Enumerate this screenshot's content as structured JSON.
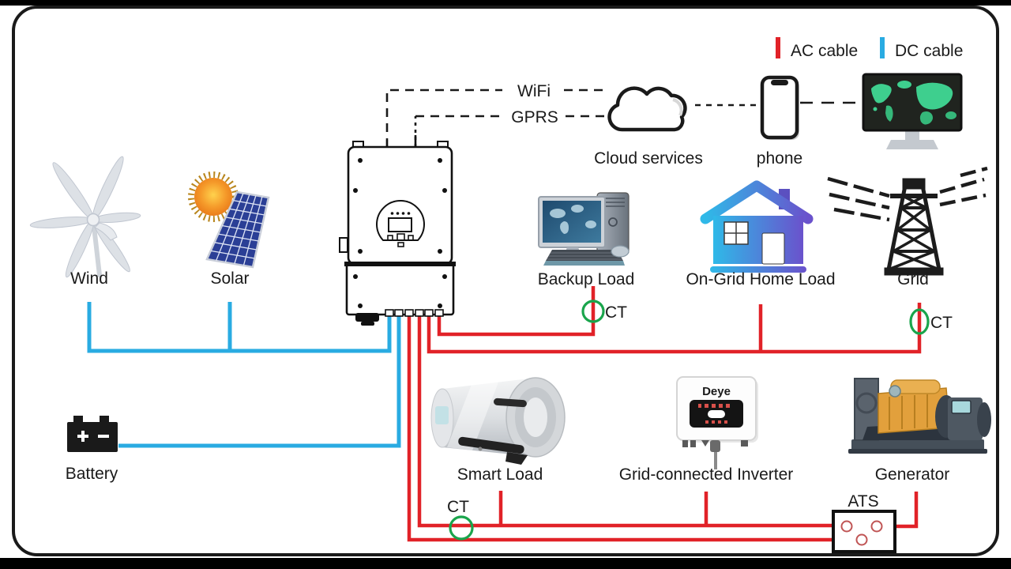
{
  "colors": {
    "ac_cable": "#e12228",
    "dc_cable": "#29abe2",
    "ct_ring": "#1aa54c",
    "house_gradient_start": "#2fb9e8",
    "house_gradient_end": "#6a52cc",
    "deye_brand_blue": "#3bb4e8"
  },
  "legend": {
    "ac_label": "AC cable",
    "dc_label": "DC cable"
  },
  "comms": {
    "wifi_label": "WiFi",
    "gprs_label": "GPRS",
    "cloud_label": "Cloud services",
    "phone_label": "phone"
  },
  "sources": {
    "wind_label": "Wind",
    "solar_label": "Solar",
    "battery_label": "Battery"
  },
  "loads": {
    "backup_label": "Backup Load",
    "home_label": "On-Grid Home Load",
    "smart_label": "Smart Load"
  },
  "grid_side": {
    "grid_label": "Grid",
    "generator_label": "Generator",
    "ats_label": "ATS",
    "gci_label": "Grid-connected Inverter",
    "gci_brand": "Deye"
  },
  "ct_tags": {
    "backup": "CT",
    "grid": "CT",
    "smart": "CT"
  }
}
